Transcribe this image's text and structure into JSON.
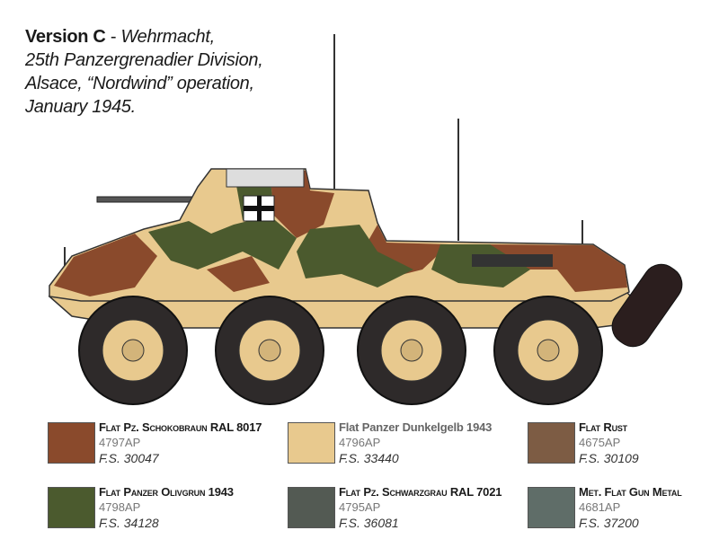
{
  "title": {
    "version": "Version C",
    "separator": " - ",
    "line1": "Wehrmacht,",
    "line2": "25th Panzergrenadier Division,",
    "line3": "Alsace, “Nordwind” operation,",
    "line4": "January 1945."
  },
  "paints": [
    {
      "name": "Flat Pz. Schokobraun RAL 8017",
      "code": "4797AP",
      "fs": "F.S. 30047",
      "color": "#8a4a2c"
    },
    {
      "name": "Flat Panzer Dunkelgelb 1943",
      "code": "4796AP",
      "fs": "F.S. 33440",
      "color": "#e8c98e"
    },
    {
      "name": "Flat Rust",
      "code": "4675AP",
      "fs": "F.S. 30109",
      "color": "#7d5c44"
    },
    {
      "name": "Flat Panzer Olivgrun 1943",
      "code": "4798AP",
      "fs": "F.S. 34128",
      "color": "#4b5a2e"
    },
    {
      "name": "Flat Pz. Schwarzgrau RAL 7021",
      "code": "4795AP",
      "fs": "F.S. 36081",
      "color": "#535a53"
    },
    {
      "name": "Met. Flat Gun Metal",
      "code": "4681AP",
      "fs": "F.S. 37200",
      "color": "#5f6d68"
    }
  ]
}
